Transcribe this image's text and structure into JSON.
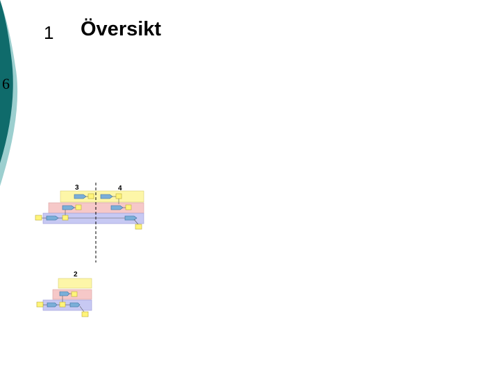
{
  "slide": {
    "number": "1",
    "title": "Översikt",
    "side_number": "6"
  },
  "diagram": {
    "top_labels": [
      "3",
      "4"
    ],
    "bottom_label": "2"
  },
  "colors": {
    "teal_dark": "#0f6b6b",
    "teal_light": "#9ccfcf",
    "yellow_band": "#fdf6a8",
    "pink_band": "#f6c8c8",
    "blue_band": "#c7c9f3",
    "shape_blue": "#7aaed8",
    "box_yellow": "#fff47a"
  }
}
